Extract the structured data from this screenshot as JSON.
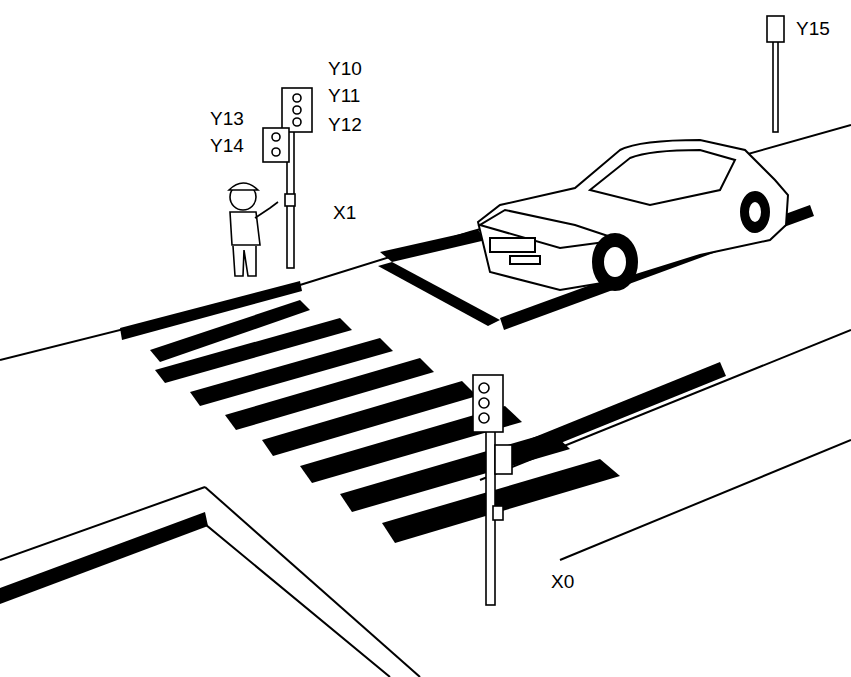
{
  "diagram": {
    "labels": [
      "Y10",
      "Y11",
      "Y12",
      "Y13",
      "Y14",
      "X1",
      "Y15",
      "X0"
    ]
  }
}
